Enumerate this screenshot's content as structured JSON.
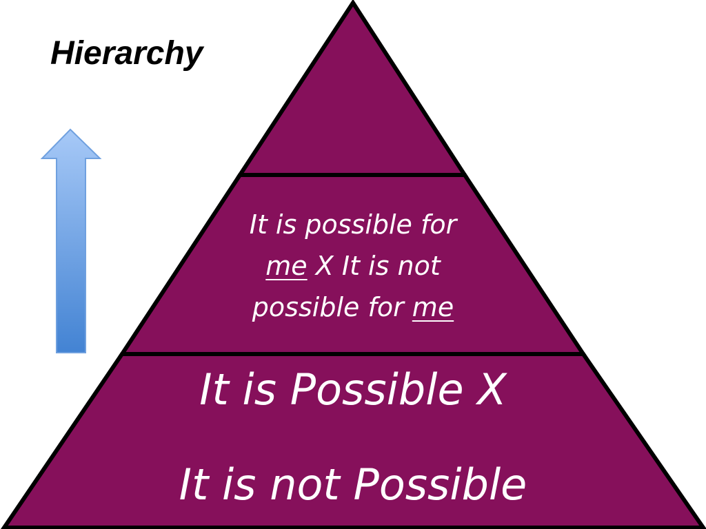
{
  "title": "Hierarchy",
  "colors": {
    "tier_fill": "#86105b",
    "outline": "#000000",
    "text": "#ffffff",
    "arrow_top": "#a7c9f7",
    "arrow_bottom": "#4383d3",
    "arrow_stroke": "#6fa0df"
  },
  "icons": {
    "arrow": "up-arrow-icon"
  },
  "pyramid": {
    "top_tier": {
      "text": ""
    },
    "middle_tier": {
      "line1": "It is possible for",
      "line2_underlined": "me",
      "line2_rest": " X It is not",
      "line3_prefix": "possible for ",
      "line3_underlined": "me"
    },
    "bottom_tier": {
      "line1": "It is Possible X",
      "line2": "It is not Possible"
    }
  }
}
